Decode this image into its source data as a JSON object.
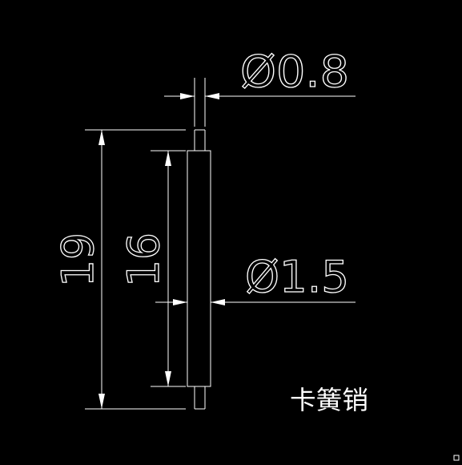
{
  "drawing": {
    "dimensions": {
      "small_diameter": "Ø0.8",
      "large_diameter": "Ø1.5",
      "overall_length": "19",
      "body_length": "16"
    },
    "part_name": "卡簧销",
    "colors": {
      "background": "#000000",
      "line": "#ffffff"
    }
  }
}
